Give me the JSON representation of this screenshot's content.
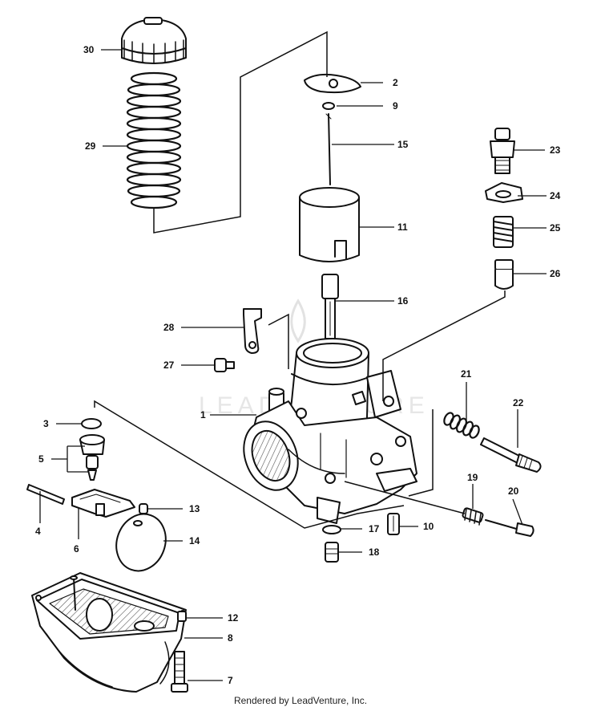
{
  "labels": {
    "p1": "1",
    "p2": "2",
    "p3": "3",
    "p4": "4",
    "p5": "5",
    "p6": "6",
    "p7": "7",
    "p8": "8",
    "p9": "9",
    "p10": "10",
    "p11": "11",
    "p12": "12",
    "p13": "13",
    "p14": "14",
    "p15": "15",
    "p16": "16",
    "p17": "17",
    "p18": "18",
    "p19": "19",
    "p20": "20",
    "p21": "21",
    "p22": "22",
    "p23": "23",
    "p24": "24",
    "p25": "25",
    "p26": "26",
    "p27": "27",
    "p28": "28",
    "p29": "29",
    "p30": "30"
  },
  "watermark": "LEADVENTURE",
  "footer": "Rendered by LeadVenture, Inc."
}
